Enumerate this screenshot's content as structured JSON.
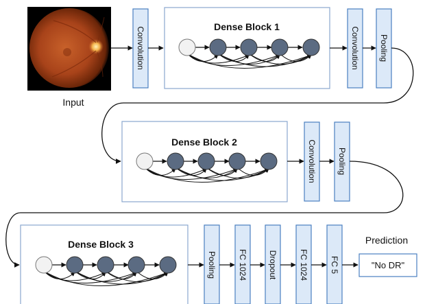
{
  "input_label": "Input",
  "blocks": [
    {
      "title": "Dense Block 1"
    },
    {
      "title": "Dense Block 2"
    },
    {
      "title": "Dense Block 3"
    }
  ],
  "layers": {
    "row1": [
      "Convolution",
      "Convolution",
      "Pooling"
    ],
    "row2": [
      "Convolution",
      "Pooling"
    ],
    "row3": [
      "Pooling",
      "FC 1024",
      "Dropout",
      "FC 1024",
      "FC 5"
    ]
  },
  "prediction": {
    "label": "Prediction",
    "value": "\"No DR\""
  },
  "colors": {
    "layer_fill": "#dce9f8",
    "layer_stroke": "#4a7fc0",
    "block_stroke": "#8aa6cf",
    "node_fill": "#5b6b82",
    "input_node_fill": "#f2f2f2"
  }
}
